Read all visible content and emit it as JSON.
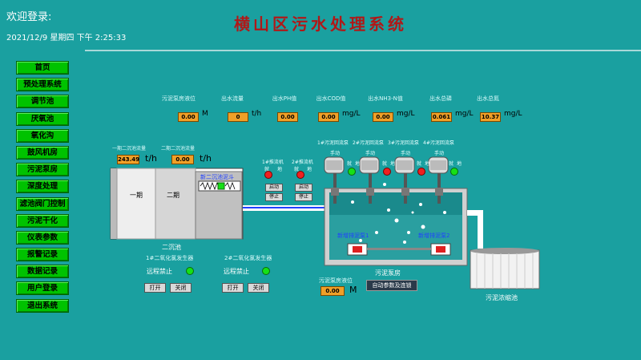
{
  "header": {
    "welcome": "欢迎登录:",
    "datetime": "2021/12/9 星期四 下午 2:25:33",
    "title": "横山区污水处理系统"
  },
  "nav": [
    "首页",
    "预处理系统",
    "调节池",
    "厌氧池",
    "氧化沟",
    "鼓风机房",
    "污泥泵房",
    "深度处理",
    "滤池阀门控制",
    "污泥干化",
    "仪表参数",
    "报警记录",
    "数据记录",
    "用户登录",
    "退出系统"
  ],
  "meters": [
    {
      "label": "污泥泵房液位",
      "value": "0.00",
      "unit": "M"
    },
    {
      "label": "出水流量",
      "value": "0",
      "unit": "t/h"
    },
    {
      "label": "出水PH值",
      "value": "0.00",
      "unit": ""
    },
    {
      "label": "出水COD值",
      "value": "0.00",
      "unit": "mg/L"
    },
    {
      "label": "出水NH3-N值",
      "value": "0.00",
      "unit": "mg/L"
    },
    {
      "label": "出水总磷",
      "value": "0.061",
      "unit": "mg/L"
    },
    {
      "label": "出水总氮",
      "value": "10.37",
      "unit": "mg/L"
    }
  ],
  "clarifier": {
    "flow1_label": "一期二沉池流量",
    "flow1_value": "243.49",
    "flow2_label": "二期二沉池流量",
    "flow2_value": "0.00",
    "unit": "t/h",
    "tank1": "一期",
    "tank2": "二期",
    "tank3": "新二沉池泥斗",
    "name": "二沉池"
  },
  "mixers": [
    {
      "label": "1#推流机",
      "left": "就",
      "right": "地",
      "start": "启动",
      "stop": "停止",
      "status": "off"
    },
    {
      "label": "2#推流机",
      "left": "就",
      "right": "地",
      "start": "启动",
      "stop": "停止",
      "status": "off"
    }
  ],
  "pumps": [
    {
      "label": "1#污泥回流泵",
      "mode": "手动",
      "left": "就",
      "right": "地",
      "status": "on"
    },
    {
      "label": "2#污泥回流泵",
      "mode": "手动",
      "left": "就",
      "right": "地",
      "status": "off"
    },
    {
      "label": "3#污泥回流泵",
      "mode": "手动",
      "left": "就",
      "right": "地",
      "status": "off"
    },
    {
      "label": "4#污泥回流泵",
      "mode": "手动",
      "left": "就",
      "right": "地",
      "status": "on"
    }
  ],
  "pump_room": {
    "sub1": "新增排泥泵1",
    "sub2": "新增排泥泵2",
    "name": "污泥泵房",
    "level_label": "污泥泵房液位",
    "level_value": "0.00",
    "level_unit": "M",
    "auto_btn": "自动参数及连锁"
  },
  "thickener": {
    "name": "污泥浓缩池"
  },
  "chlorine": [
    {
      "title": "1#二氧化氯发生器",
      "status": "远程禁止",
      "open": "打开",
      "close": "关闭"
    },
    {
      "title": "2#二氧化氯发生器",
      "status": "远程禁止",
      "open": "打开",
      "close": "关闭"
    }
  ],
  "colors": {
    "background": "#1aa0a0",
    "title": "#b01818",
    "nav": "#00c200",
    "value": "#f0a028"
  }
}
